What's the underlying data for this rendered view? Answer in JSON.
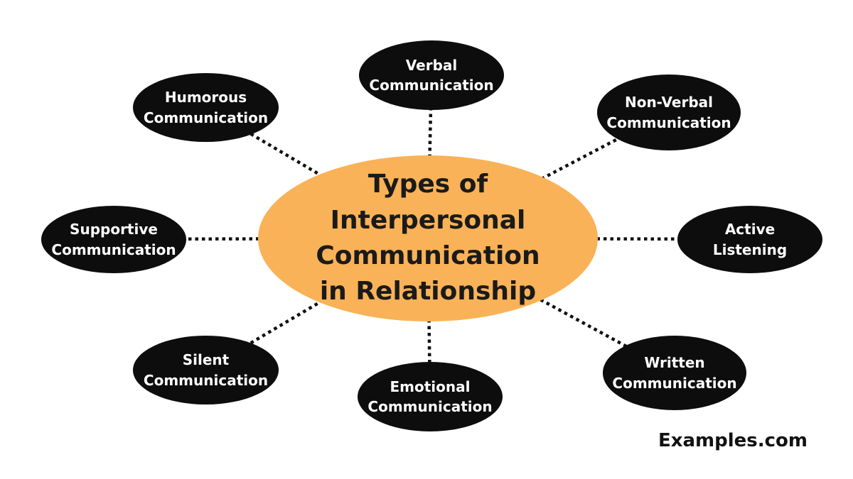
{
  "diagram": {
    "center_label": "Types of\nInterpersonal\nCommunication\nin Relationship",
    "nodes": [
      {
        "label": "Verbal\nCommunication"
      },
      {
        "label": "Non-Verbal\nCommunication"
      },
      {
        "label": "Active\nListening"
      },
      {
        "label": "Written\nCommunication"
      },
      {
        "label": "Emotional\nCommunication"
      },
      {
        "label": "Silent\nCommunication"
      },
      {
        "label": "Supportive\nCommunication"
      },
      {
        "label": "Humorous\nCommunication"
      }
    ],
    "connector_style": "dotted"
  },
  "footer": {
    "brand": "Examples.com"
  },
  "colors": {
    "background": "#FFFFFF",
    "center_fill": "#F9B257",
    "center_text": "#1A1A1A",
    "node_fill": "#0D0D0D",
    "node_text": "#FFFFFF",
    "connector": "#111111",
    "brand_text": "#111111"
  }
}
